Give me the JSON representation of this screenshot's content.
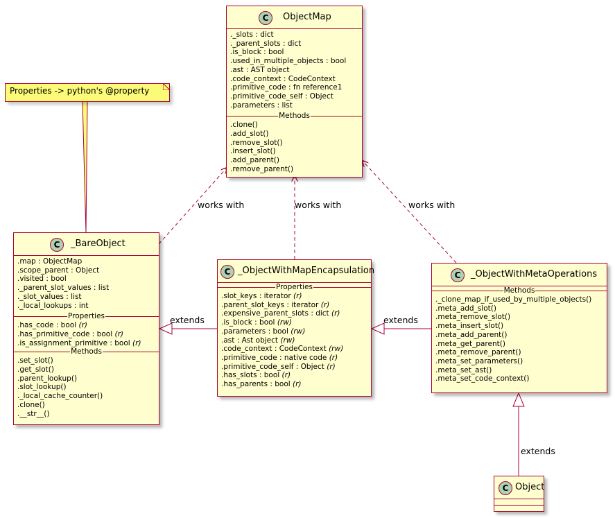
{
  "note": {
    "text": "Properties -> python's @property"
  },
  "classes": {
    "objectmap": {
      "stereotype": "C",
      "name": "ObjectMap",
      "attributes": [
        "._slots : dict",
        "._parent_slots : dict",
        ".is_block : bool",
        ".used_in_multiple_objects : bool",
        ".ast : AST object",
        ".code_context : CodeContext",
        ".primitive_code : fn reference1",
        ".primitive_code_self : Object",
        ".parameters : list"
      ],
      "methods_label": "Methods",
      "methods": [
        ".clone()",
        ".add_slot()",
        ".remove_slot()",
        ".insert_slot()",
        ".add_parent()",
        ".remove_parent()"
      ]
    },
    "bareobject": {
      "stereotype": "C",
      "name": "_BareObject",
      "attributes": [
        ".map : ObjectMap",
        ".scope_parent : Object",
        ".visited : bool",
        "._parent_slot_values : list",
        "._slot_values : list",
        "._local_lookups : int"
      ],
      "properties_label": "Properties",
      "properties": [
        {
          "name": ".has_code : bool",
          "flag": "(r)"
        },
        {
          "name": ".has_primitive_code : bool",
          "flag": "(r)"
        },
        {
          "name": ".is_assignment_primitive : bool",
          "flag": "(r)"
        }
      ],
      "methods_label": "Methods",
      "methods": [
        ".set_slot()",
        ".get_slot()",
        ".parent_lookup()",
        ".slot_lookup()",
        "._local_cache_counter()",
        ".clone()",
        ".__str__()"
      ]
    },
    "mapenc": {
      "stereotype": "C",
      "name": "_ObjectWithMapEncapsulation",
      "properties_label": "Properties",
      "properties": [
        {
          "name": ".slot_keys : iterator",
          "flag": "(r)"
        },
        {
          "name": ".parent_slot_keys : iterator",
          "flag": "(r)"
        },
        {
          "name": ".expensive_parent_slots : dict",
          "flag": "(r)"
        },
        {
          "name": ".is_block : bool",
          "flag": "(rw)"
        },
        {
          "name": ".parameters : bool",
          "flag": "(rw)"
        },
        {
          "name": ".ast : Ast object",
          "flag": "(rw)"
        },
        {
          "name": ".code_context : CodeContext",
          "flag": "(rw)"
        },
        {
          "name": ".primitive_code : native code",
          "flag": "(r)"
        },
        {
          "name": ".primitive_code_self : Object",
          "flag": "(r)"
        },
        {
          "name": ".has_slots : bool",
          "flag": "(r)"
        },
        {
          "name": ".has_parents : bool",
          "flag": "(r)"
        }
      ]
    },
    "metaops": {
      "stereotype": "C",
      "name": "_ObjectWithMetaOperations",
      "methods_label": "Methods",
      "methods": [
        "._clone_map_if_used_by_multiple_objects()",
        ".meta_add_slot()",
        ".meta_remove_slot()",
        ".meta_insert_slot()",
        ".meta_add_parent()",
        ".meta_get_parent()",
        ".meta_remove_parent()",
        ".meta_set_parameters()",
        ".meta_set_ast()",
        ".meta_set_code_context()"
      ]
    },
    "object": {
      "stereotype": "C",
      "name": "Object"
    }
  },
  "relations": {
    "works_with_1": "works with",
    "works_with_2": "works with",
    "works_with_3": "works with",
    "extends_1": "extends",
    "extends_2": "extends",
    "extends_3": "extends"
  },
  "colors": {
    "border": "#a80036",
    "class_fill": "#fefece",
    "badge_fill": "#add1b2",
    "note_fill": "#fbfb77"
  }
}
